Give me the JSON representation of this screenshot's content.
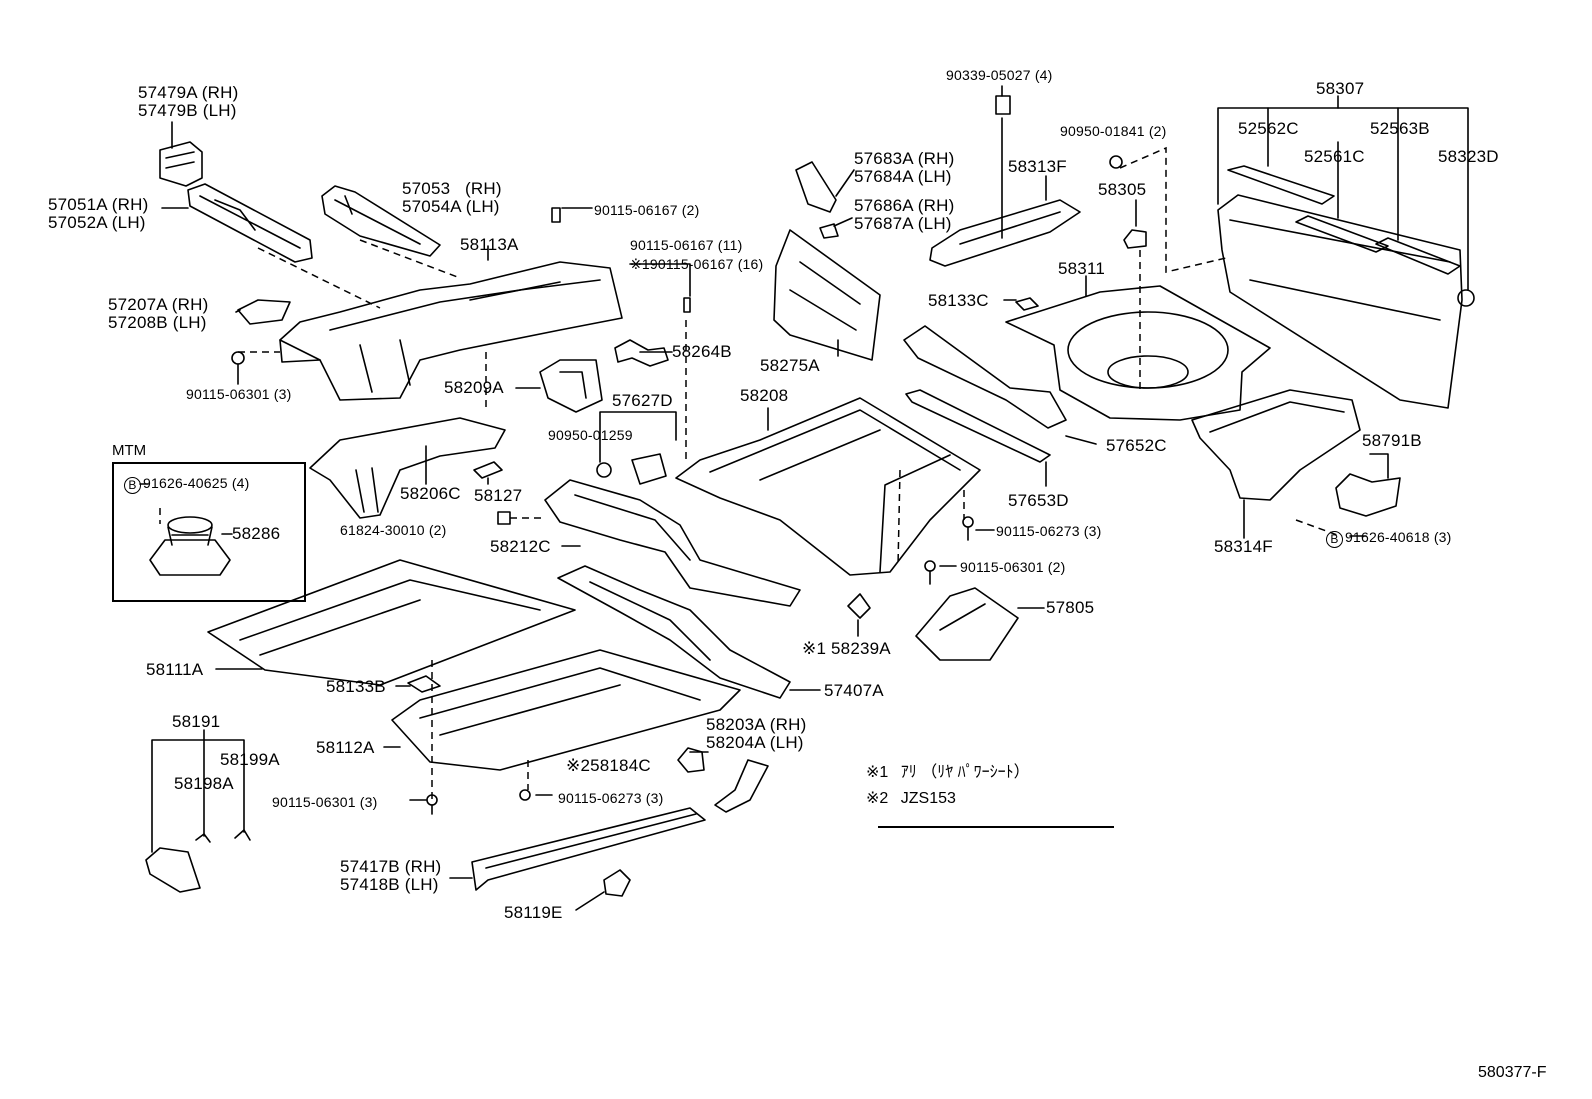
{
  "diagram": {
    "figure_number": "580377-F",
    "mtm_title": "MTM",
    "bolt_symbol": "B",
    "notes": [
      {
        "mark": "※1",
        "text": "ｱﾘ （ﾘﾔ ﾊﾟﾜｰｼｰﾄ）"
      },
      {
        "mark": "※2",
        "text": "JZS153"
      }
    ],
    "labels": {
      "p57479": "57479A (RH)\n57479B (LH)",
      "p57051": "57051A (RH)\n57052A (LH)",
      "p57053": "57053   (RH)\n57054A (LH)",
      "p90115_06167_2": "90115-06167 (2)",
      "p90115_06167_11": "90115-06167 (11)\n※190115-06167 (16)",
      "p58113A": "58113A",
      "p57207": "57207A (RH)\n57208B (LH)",
      "p90115_06301_3a": "90115-06301 (3)",
      "p58264B": "58264B",
      "p58209A": "58209A",
      "p57627D": "57627D",
      "p90950_01259": "90950-01259",
      "p58206C": "58206C",
      "p58127": "58127",
      "p91626_40625": "91626-40625 (4)",
      "p58286": "58286",
      "p61824": "61824-30010 (2)",
      "p58212C": "58212C",
      "p58111A": "58111A",
      "p58133B": "58133B",
      "p58112A": "58112A",
      "p58191": "58191",
      "p58199A": "58199A",
      "p58198A": "58198A",
      "p90115_06301_3b": "90115-06301 (3)",
      "p58184C": "※258184C",
      "p90115_06273_3b": "90115-06273 (3)",
      "p58203": "58203A (RH)\n58204A (LH)",
      "p57407A": "57407A",
      "p57417": "57417B (RH)\n57418B (LH)",
      "p58119E": "58119E",
      "p57683": "57683A (RH)\n57684A (LH)",
      "p57686": "57686A (RH)\n57687A (LH)",
      "p58275A": "58275A",
      "p58208": "58208",
      "p90339": "90339-05027 (4)",
      "p58313F": "58313F",
      "p58133C": "58133C",
      "p90950_01841": "90950-01841 (2)",
      "p58305": "58305",
      "p58311": "58311",
      "p57652C": "57652C",
      "p57653D": "57653D",
      "p90115_06273_3a": "90115-06273 (3)",
      "p90115_06301_2": "90115-06301 (2)",
      "p57805": "57805",
      "p58239A": "※1 58239A",
      "p58307": "58307",
      "p52562C": "52562C",
      "p52563B": "52563B",
      "p52561C": "52561C",
      "p58323D": "58323D",
      "p58791B": "58791B",
      "p58314F": "58314F",
      "p91626_40618": "91626-40618 (3)"
    }
  }
}
